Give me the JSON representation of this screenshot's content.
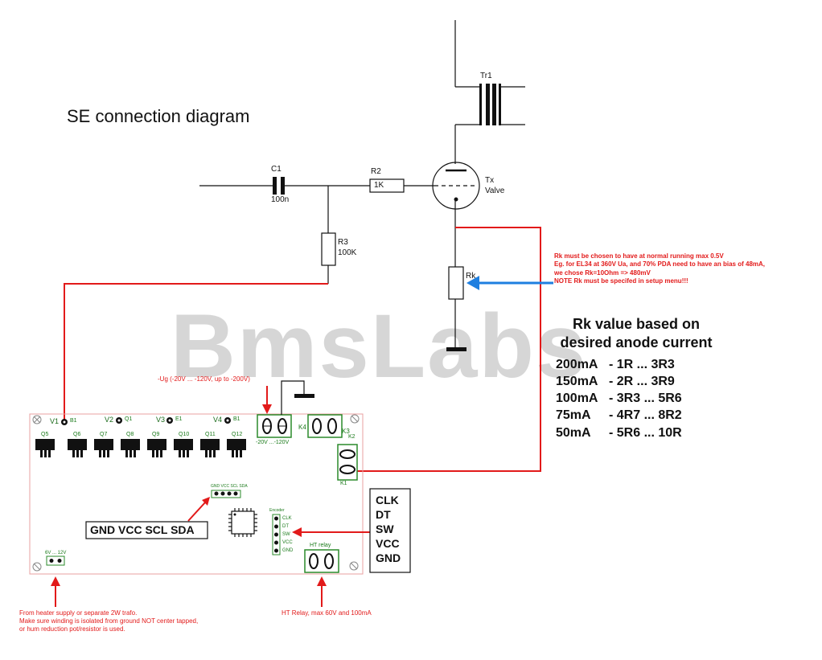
{
  "title": "SE connection diagram",
  "watermark": "BmsLabs",
  "components": {
    "tr1": "Tr1",
    "c1": "C1",
    "c1_value": "100n",
    "r2": "R2",
    "r2_value": "1K",
    "r3": "R3",
    "r3_value": "100K",
    "valve_line1": "Tx",
    "valve_line2": "Valve",
    "rk": "Rk"
  },
  "rk_note": {
    "lines": [
      "Rk must be chosen to have at normal running max 0.5V",
      "Eg. for EL34 at 360V Ua, and 70% PDA need to have an bias of 48mA,",
      "we chose Rk=10Ohm => 480mV",
      "NOTE Rk must be specifed in setup menu!!!"
    ]
  },
  "rk_table": {
    "heading_line1": "Rk value based on",
    "heading_line2": "desired anode current",
    "rows": [
      {
        "current": "200mA",
        "range": "-  1R ... 3R3"
      },
      {
        "current": "150mA",
        "range": "-  2R ... 3R9"
      },
      {
        "current": "100mA",
        "range": "-  3R3  ... 5R6"
      },
      {
        "current": "75mA",
        "range": "-  4R7  ...  8R2"
      },
      {
        "current": "50mA",
        "range": "-  5R6  ... 10R"
      }
    ]
  },
  "ug_label": "-Ug (-20V ... -120V, up to -200V)",
  "board": {
    "valves": [
      "V1",
      "V2",
      "V3",
      "V4"
    ],
    "valve_pins": [
      "B1",
      "Q1",
      "E1",
      "B1"
    ],
    "transistors": [
      "Q5",
      "Q6",
      "Q7",
      "Q8",
      "Q9",
      "Q10",
      "Q11",
      "Q12"
    ],
    "neg_supply": "-20V ...-120V",
    "k4": "K4",
    "k3": "K3",
    "k1": "K1",
    "k2": "K2",
    "i2c_header": "GND VCC SCL SDA",
    "encoder_header": "Encoder",
    "encoder_pins": [
      "CLK",
      "DT",
      "SW",
      "VCC",
      "GND"
    ],
    "heater": "6V ... 12V",
    "ht_relay": "HT relay"
  },
  "i2c_label": "GND VCC SCL SDA",
  "encoder_signals": [
    "CLK",
    "DT",
    "SW",
    "VCC",
    "GND"
  ],
  "heater_note": [
    "From heater supply or separate 2W trafo.",
    "Make sure winding is isolated from ground NOT center tapped,",
    "or hum reduction pot/resistor is used."
  ],
  "ht_relay_note": "HT Relay, max 60V and 100mA",
  "colors": {
    "wire": "#111111",
    "red_wire": "#e21a1a",
    "blue_arrow": "#1e7fe0",
    "board_outline": "#e89090",
    "board_green": "#2a8a2a",
    "watermark": "#d6d6d6"
  }
}
